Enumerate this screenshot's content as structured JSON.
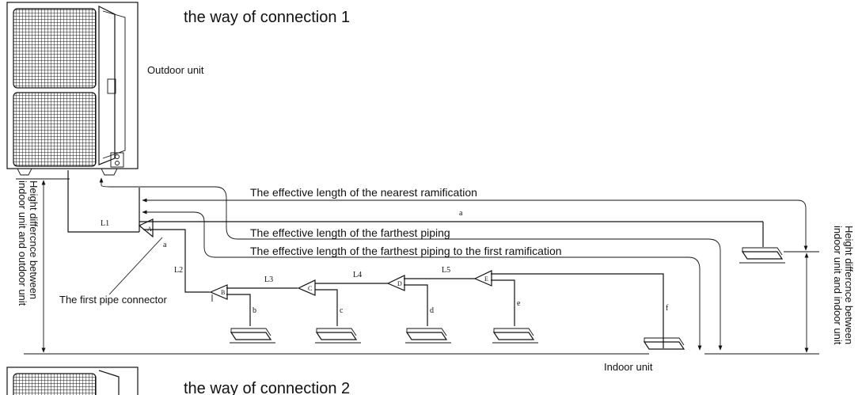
{
  "title_1": "the  way of connection  1",
  "title_2": "the  way of connection  2",
  "outdoor_unit_label": "Outdoor unit",
  "indoor_unit_label": "Indoor unit",
  "first_pipe_connector_label": "The first pipe connector",
  "nearest_ramification_label": "The effective length of the nearest ramification",
  "farthest_piping_label": "The effective length of the farthest piping",
  "farthest_to_first_label": "The effective length of the farthest piping to the first ramification",
  "height_outdoor_indoor_line1": "Height differcnce between",
  "height_outdoor_indoor_line2": "indoor unit and outdoor unit",
  "height_indoor_indoor_line1": "Height differcnce between",
  "height_indoor_indoor_line2": "indoor unit and indoor unit",
  "pipe_labels": {
    "L1": "L1",
    "L2": "L2",
    "L3": "L3",
    "L4": "L4",
    "L5": "L5",
    "a_top": "a",
    "a_mid": "a",
    "b": "b",
    "c": "c",
    "d": "d",
    "e": "e",
    "f": "f"
  },
  "connectors": {
    "A": "A",
    "B": "B",
    "C": "C",
    "D": "D",
    "E": "E"
  }
}
